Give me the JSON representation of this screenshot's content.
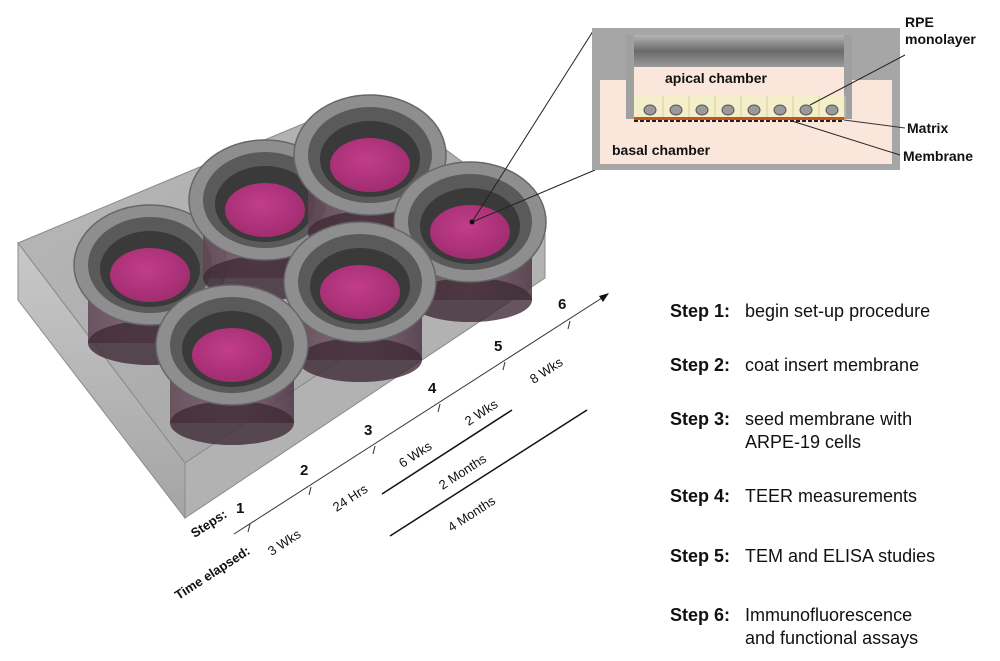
{
  "inset": {
    "labels": {
      "apical": "apical chamber",
      "basal": "basal chamber",
      "rpe": "RPE",
      "rpe2": "monolayer",
      "matrix": "Matrix",
      "membrane": "Membrane"
    },
    "colors": {
      "chamber_fill": "#fbe6dc",
      "wall": "#a8a8a8",
      "matrix": "#c8541a",
      "cell_layer": "#f4eecb"
    }
  },
  "plate": {
    "well_count": 6,
    "colors": {
      "plate": "#9c9c9c",
      "membrane": "#b0307a",
      "insert": "#8a8a8a"
    }
  },
  "timeline": {
    "steps_label": "Steps:",
    "time_label": "Time elapsed:",
    "step_numbers": [
      "1",
      "2",
      "3",
      "4",
      "5",
      "6"
    ],
    "intervals": [
      "3 Wks",
      "24 Hrs",
      "6 Wks",
      "2 Wks",
      "8 Wks"
    ],
    "spans": [
      "2 Months",
      "4 Months"
    ]
  },
  "steps": [
    {
      "label": "Step 1:",
      "desc": "begin set-up procedure",
      "desc2": ""
    },
    {
      "label": "Step 2:",
      "desc": "coat insert membrane",
      "desc2": ""
    },
    {
      "label": "Step 3:",
      "desc": "seed membrane with",
      "desc2": "ARPE-19 cells"
    },
    {
      "label": "Step 4:",
      "desc": "TEER measurements",
      "desc2": ""
    },
    {
      "label": "Step 5:",
      "desc": "TEM and ELISA studies",
      "desc2": ""
    },
    {
      "label": "Step 6:",
      "desc": "Immunofluorescence",
      "desc2": "and functional assays"
    }
  ]
}
